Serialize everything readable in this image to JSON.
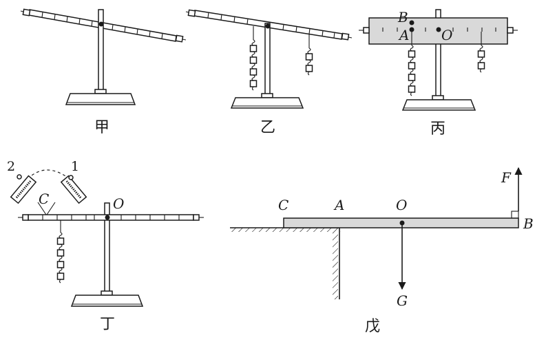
{
  "figures": {
    "jia": {
      "caption": "甲"
    },
    "yi": {
      "caption": "乙"
    },
    "bing": {
      "caption": "丙",
      "labels": {
        "B": "B",
        "A": "A",
        "O": "O"
      }
    },
    "ding": {
      "caption": "丁",
      "labels": {
        "C": "C",
        "O": "O",
        "one": "1",
        "two": "2"
      }
    },
    "wu": {
      "caption": "戊",
      "labels": {
        "C": "C",
        "A": "A",
        "O": "O",
        "B": "B",
        "F": "F",
        "G": "G"
      }
    }
  }
}
